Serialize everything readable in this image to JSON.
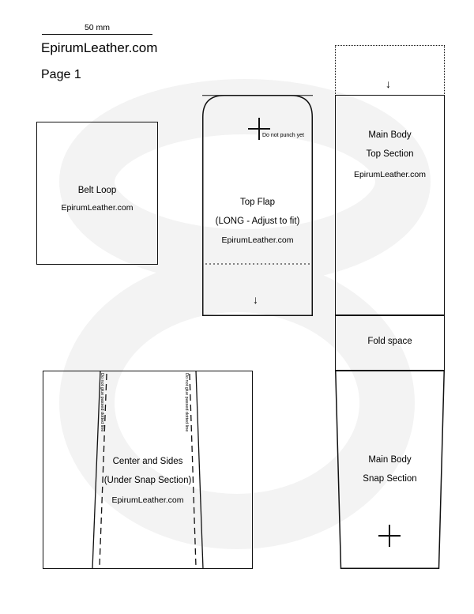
{
  "header": {
    "scale_label": "50 mm",
    "brand": "EpirumLeather.com",
    "page_label": "Page 1"
  },
  "pieces": {
    "belt_loop": {
      "title": "Belt Loop",
      "brand": "EpirumLeather.com"
    },
    "top_flap": {
      "title": "Top Flap",
      "subtitle": "(LONG - Adjust to fit)",
      "brand": "EpirumLeather.com",
      "punch_note": "Do not punch yet"
    },
    "main_body_top": {
      "title": "Main Body",
      "subtitle": "Top Section",
      "brand": "EpirumLeather.com"
    },
    "fold_space": {
      "title": "Fold space"
    },
    "main_body_snap": {
      "title": "Main Body",
      "subtitle": "Snap Section"
    },
    "center_sides": {
      "title": "Center and Sides",
      "subtitle": "(Under Snap Section)",
      "brand": "EpirumLeather.com",
      "glue_note_left": "Do not glue passed dotted line",
      "glue_note_right": "Do not glue passed dotted line"
    }
  },
  "icons": {
    "arrow": "↓",
    "crosshair": "plus-mark"
  },
  "colors": {
    "line": "#111111",
    "watermark": "#f3f3f3"
  }
}
